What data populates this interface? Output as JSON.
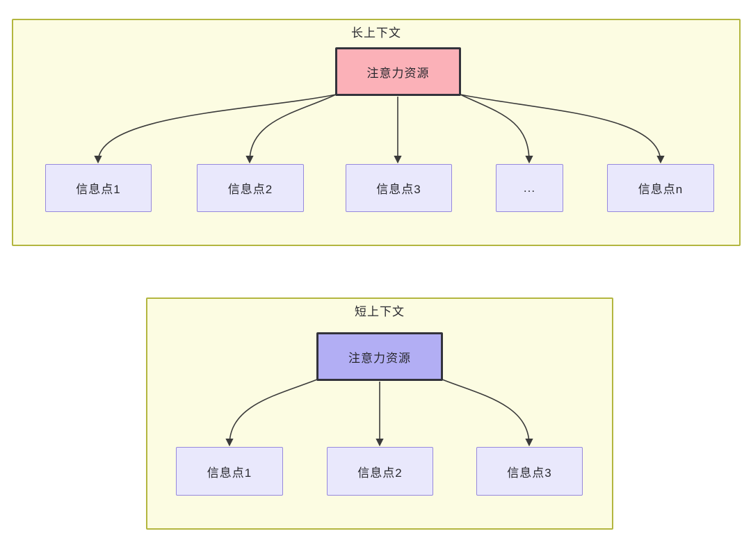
{
  "colors": {
    "page_bg": "#ffffff",
    "panel_bg": "#fcfce2",
    "panel_border": "#b3b63f",
    "attention_long_fill": "#fbb1b8",
    "attention_short_fill": "#b2aef4",
    "node_fill": "#e9e8fc",
    "node_border": "#9688dc",
    "arrow": "#3a3a3a",
    "text": "#28282e"
  },
  "sections": [
    {
      "title": "长上下文",
      "attention": {
        "label": "注意力资源"
      },
      "nodes": [
        {
          "label": "信息点1"
        },
        {
          "label": "信息点2"
        },
        {
          "label": "信息点3"
        },
        {
          "label": "..."
        },
        {
          "label": "信息点n"
        }
      ]
    },
    {
      "title": "短上下文",
      "attention": {
        "label": "注意力资源"
      },
      "nodes": [
        {
          "label": "信息点1"
        },
        {
          "label": "信息点2"
        },
        {
          "label": "信息点3"
        }
      ]
    }
  ]
}
